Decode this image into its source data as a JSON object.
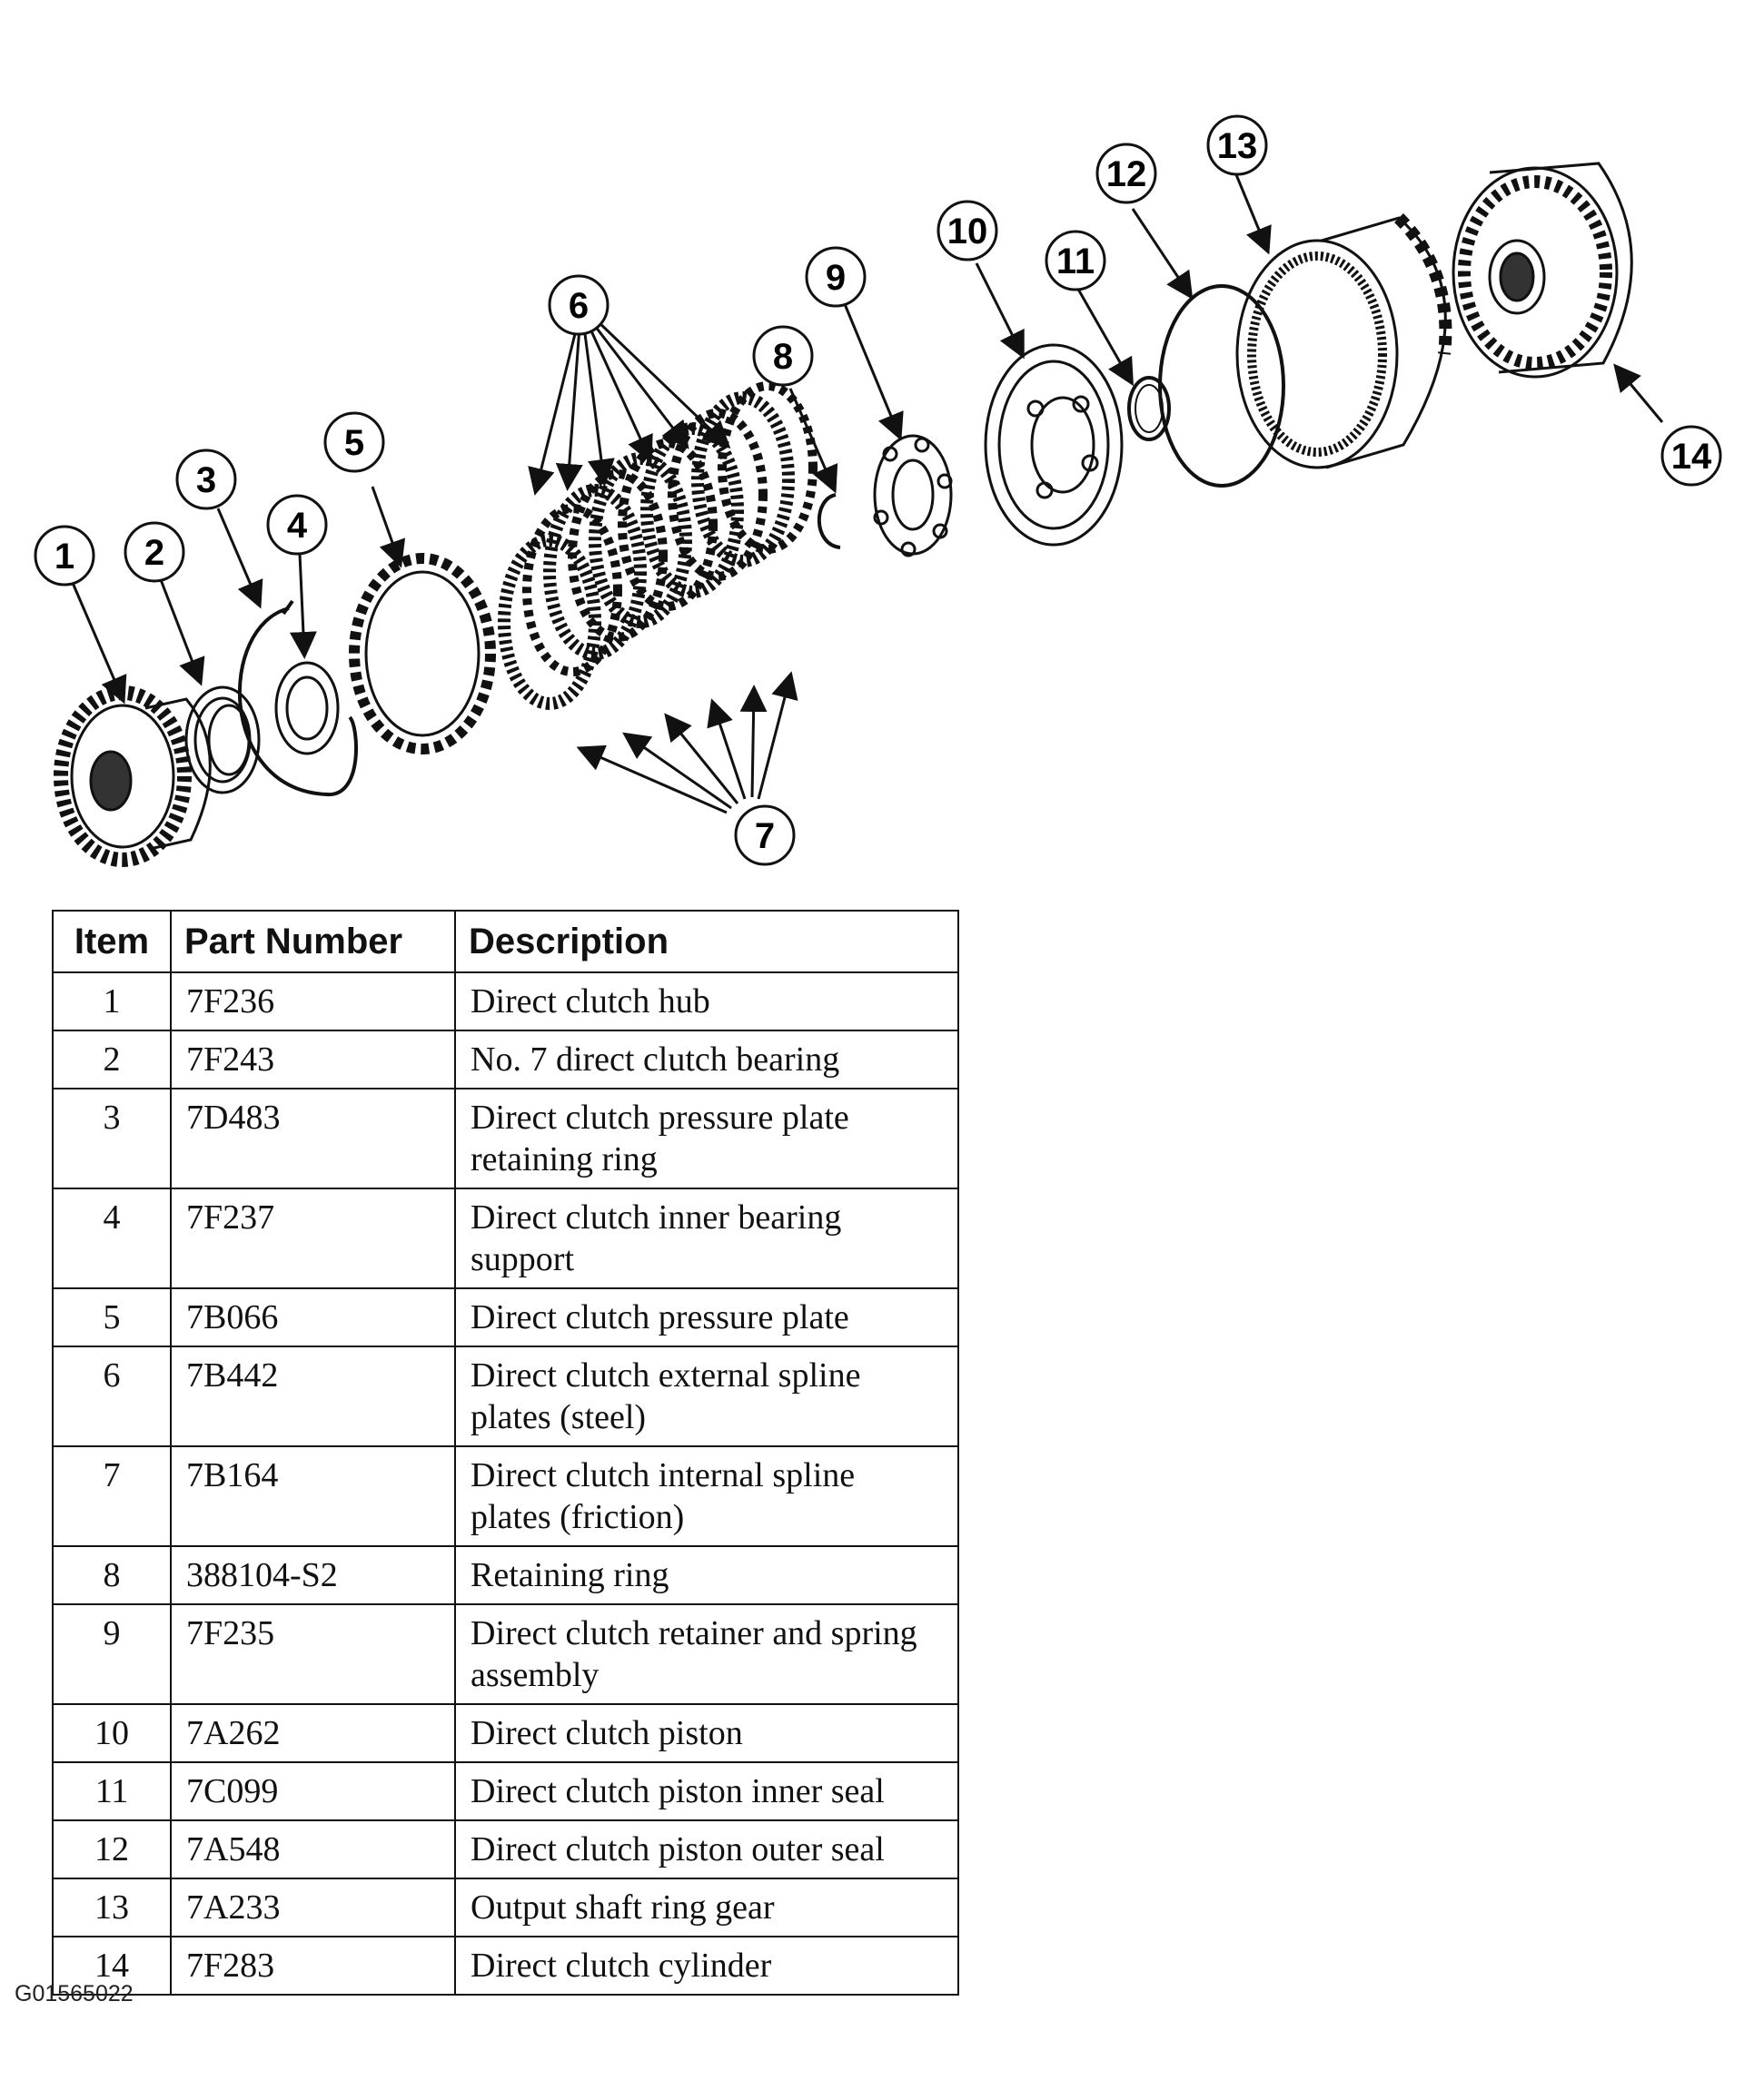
{
  "callouts": [
    "1",
    "2",
    "3",
    "4",
    "5",
    "6",
    "7",
    "8",
    "9",
    "10",
    "11",
    "12",
    "13",
    "14"
  ],
  "table": {
    "headers": {
      "item": "Item",
      "part_number": "Part Number",
      "description": "Description"
    },
    "rows": [
      {
        "item": "1",
        "part_number": "7F236",
        "description": "Direct clutch hub"
      },
      {
        "item": "2",
        "part_number": "7F243",
        "description": "No. 7 direct clutch bearing"
      },
      {
        "item": "3",
        "part_number": "7D483",
        "description": "Direct clutch pressure plate retaining ring"
      },
      {
        "item": "4",
        "part_number": "7F237",
        "description": "Direct clutch inner bearing support"
      },
      {
        "item": "5",
        "part_number": "7B066",
        "description": "Direct clutch pressure plate"
      },
      {
        "item": "6",
        "part_number": "7B442",
        "description": "Direct clutch external spline plates (steel)"
      },
      {
        "item": "7",
        "part_number": "7B164",
        "description": "Direct clutch internal spline plates (friction)"
      },
      {
        "item": "8",
        "part_number": "388104-S2",
        "description": "Retaining ring"
      },
      {
        "item": "9",
        "part_number": "7F235",
        "description": "Direct clutch retainer and spring assembly"
      },
      {
        "item": "10",
        "part_number": "7A262",
        "description": "Direct clutch piston"
      },
      {
        "item": "11",
        "part_number": "7C099",
        "description": "Direct clutch piston inner seal"
      },
      {
        "item": "12",
        "part_number": "7A548",
        "description": "Direct clutch piston outer seal"
      },
      {
        "item": "13",
        "part_number": "7A233",
        "description": "Output shaft ring gear"
      },
      {
        "item": "14",
        "part_number": "7F283",
        "description": "Direct clutch cylinder"
      }
    ]
  },
  "figure_code": "G01565022"
}
